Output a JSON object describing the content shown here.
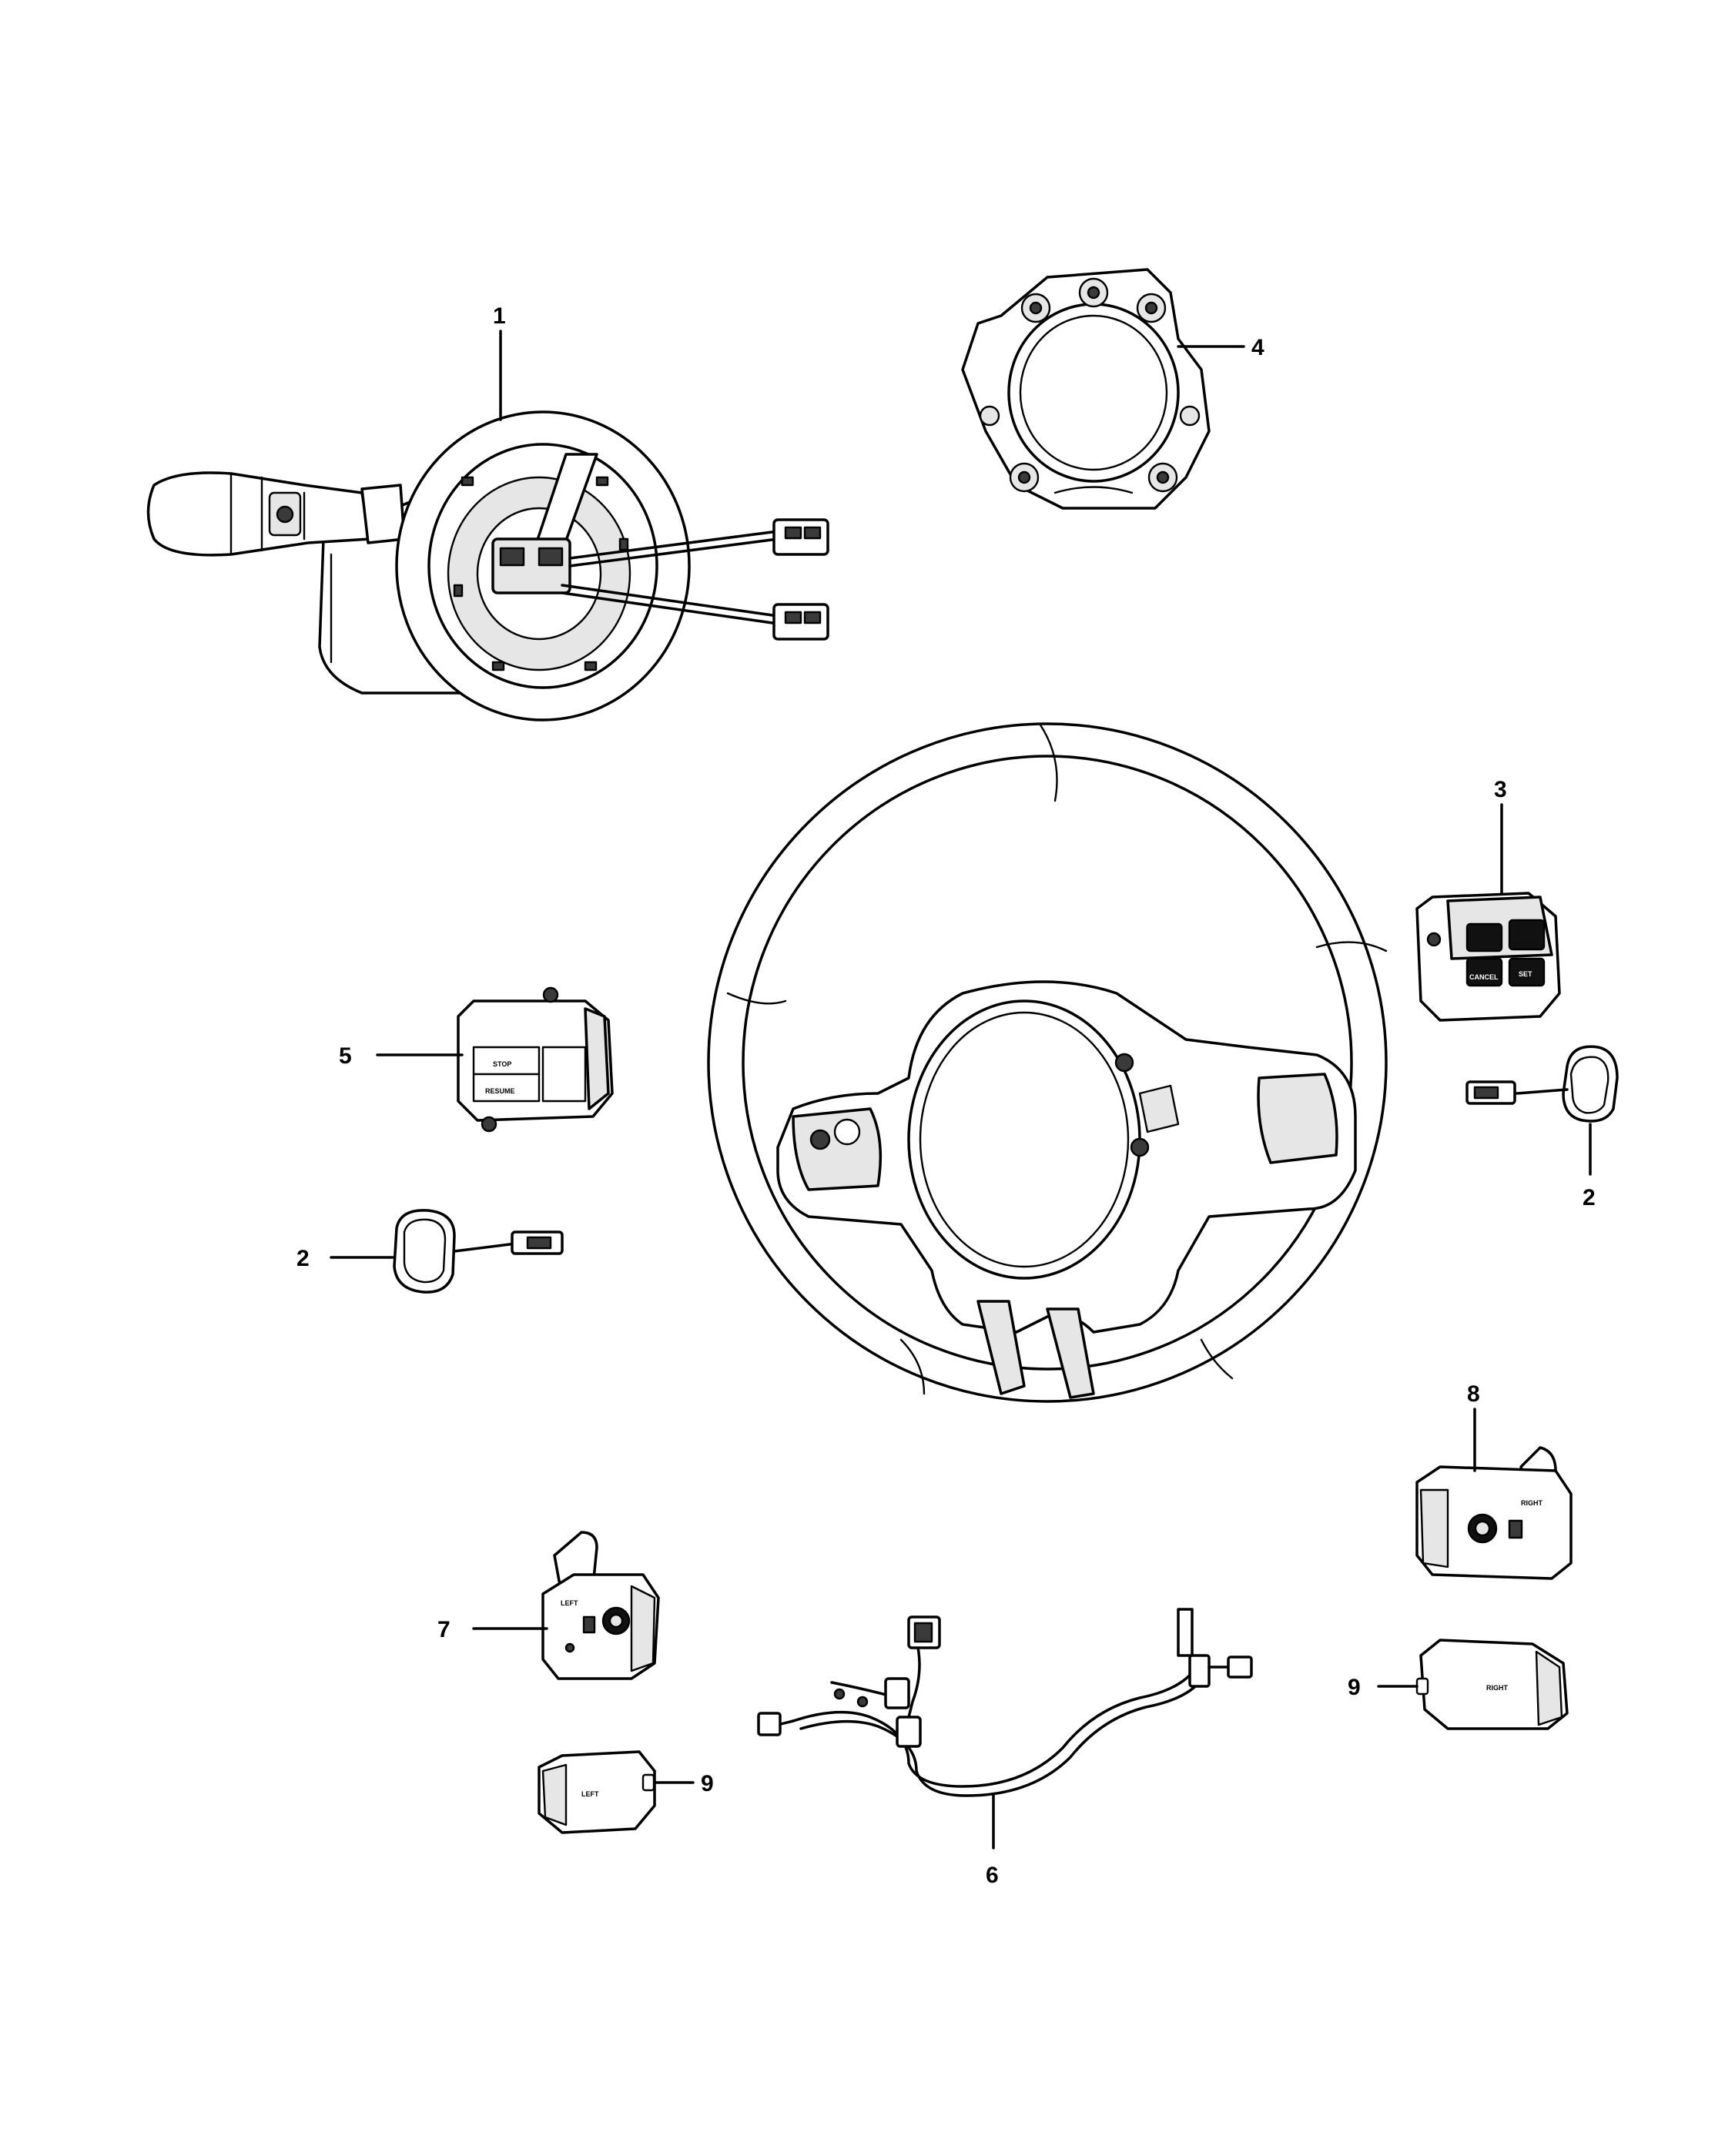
{
  "callouts": {
    "c1": "1",
    "c2a": "2",
    "c2b": "2",
    "c3": "3",
    "c4": "4",
    "c5": "5",
    "c6": "6",
    "c7": "7",
    "c8": "8",
    "c9a": "9",
    "c9b": "9"
  },
  "switch_labels": {
    "speed_stop": "STOP",
    "speed_resume": "RESUME",
    "cruise_cancel": "CANCEL",
    "cruise_set": "SET",
    "paddle_left": "LEFT",
    "paddle_right": "RIGHT",
    "cover_left": "LEFT",
    "cover_right": "RIGHT"
  },
  "colors": {
    "line": "#000000",
    "background": "#ffffff"
  }
}
